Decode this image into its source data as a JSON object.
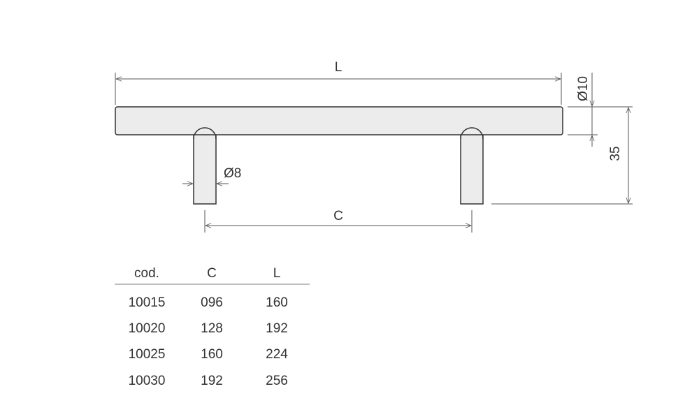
{
  "drawing": {
    "length_label": "L",
    "center_label": "C",
    "bar_diameter_label": "Ø10",
    "leg_diameter_label": "Ø8",
    "height_label": "35"
  },
  "table": {
    "headers": [
      "cod.",
      "C",
      "L"
    ],
    "rows": [
      [
        "10015",
        "096",
        "160"
      ],
      [
        "10020",
        "128",
        "192"
      ],
      [
        "10025",
        "160",
        "224"
      ],
      [
        "10030",
        "192",
        "256"
      ]
    ]
  }
}
